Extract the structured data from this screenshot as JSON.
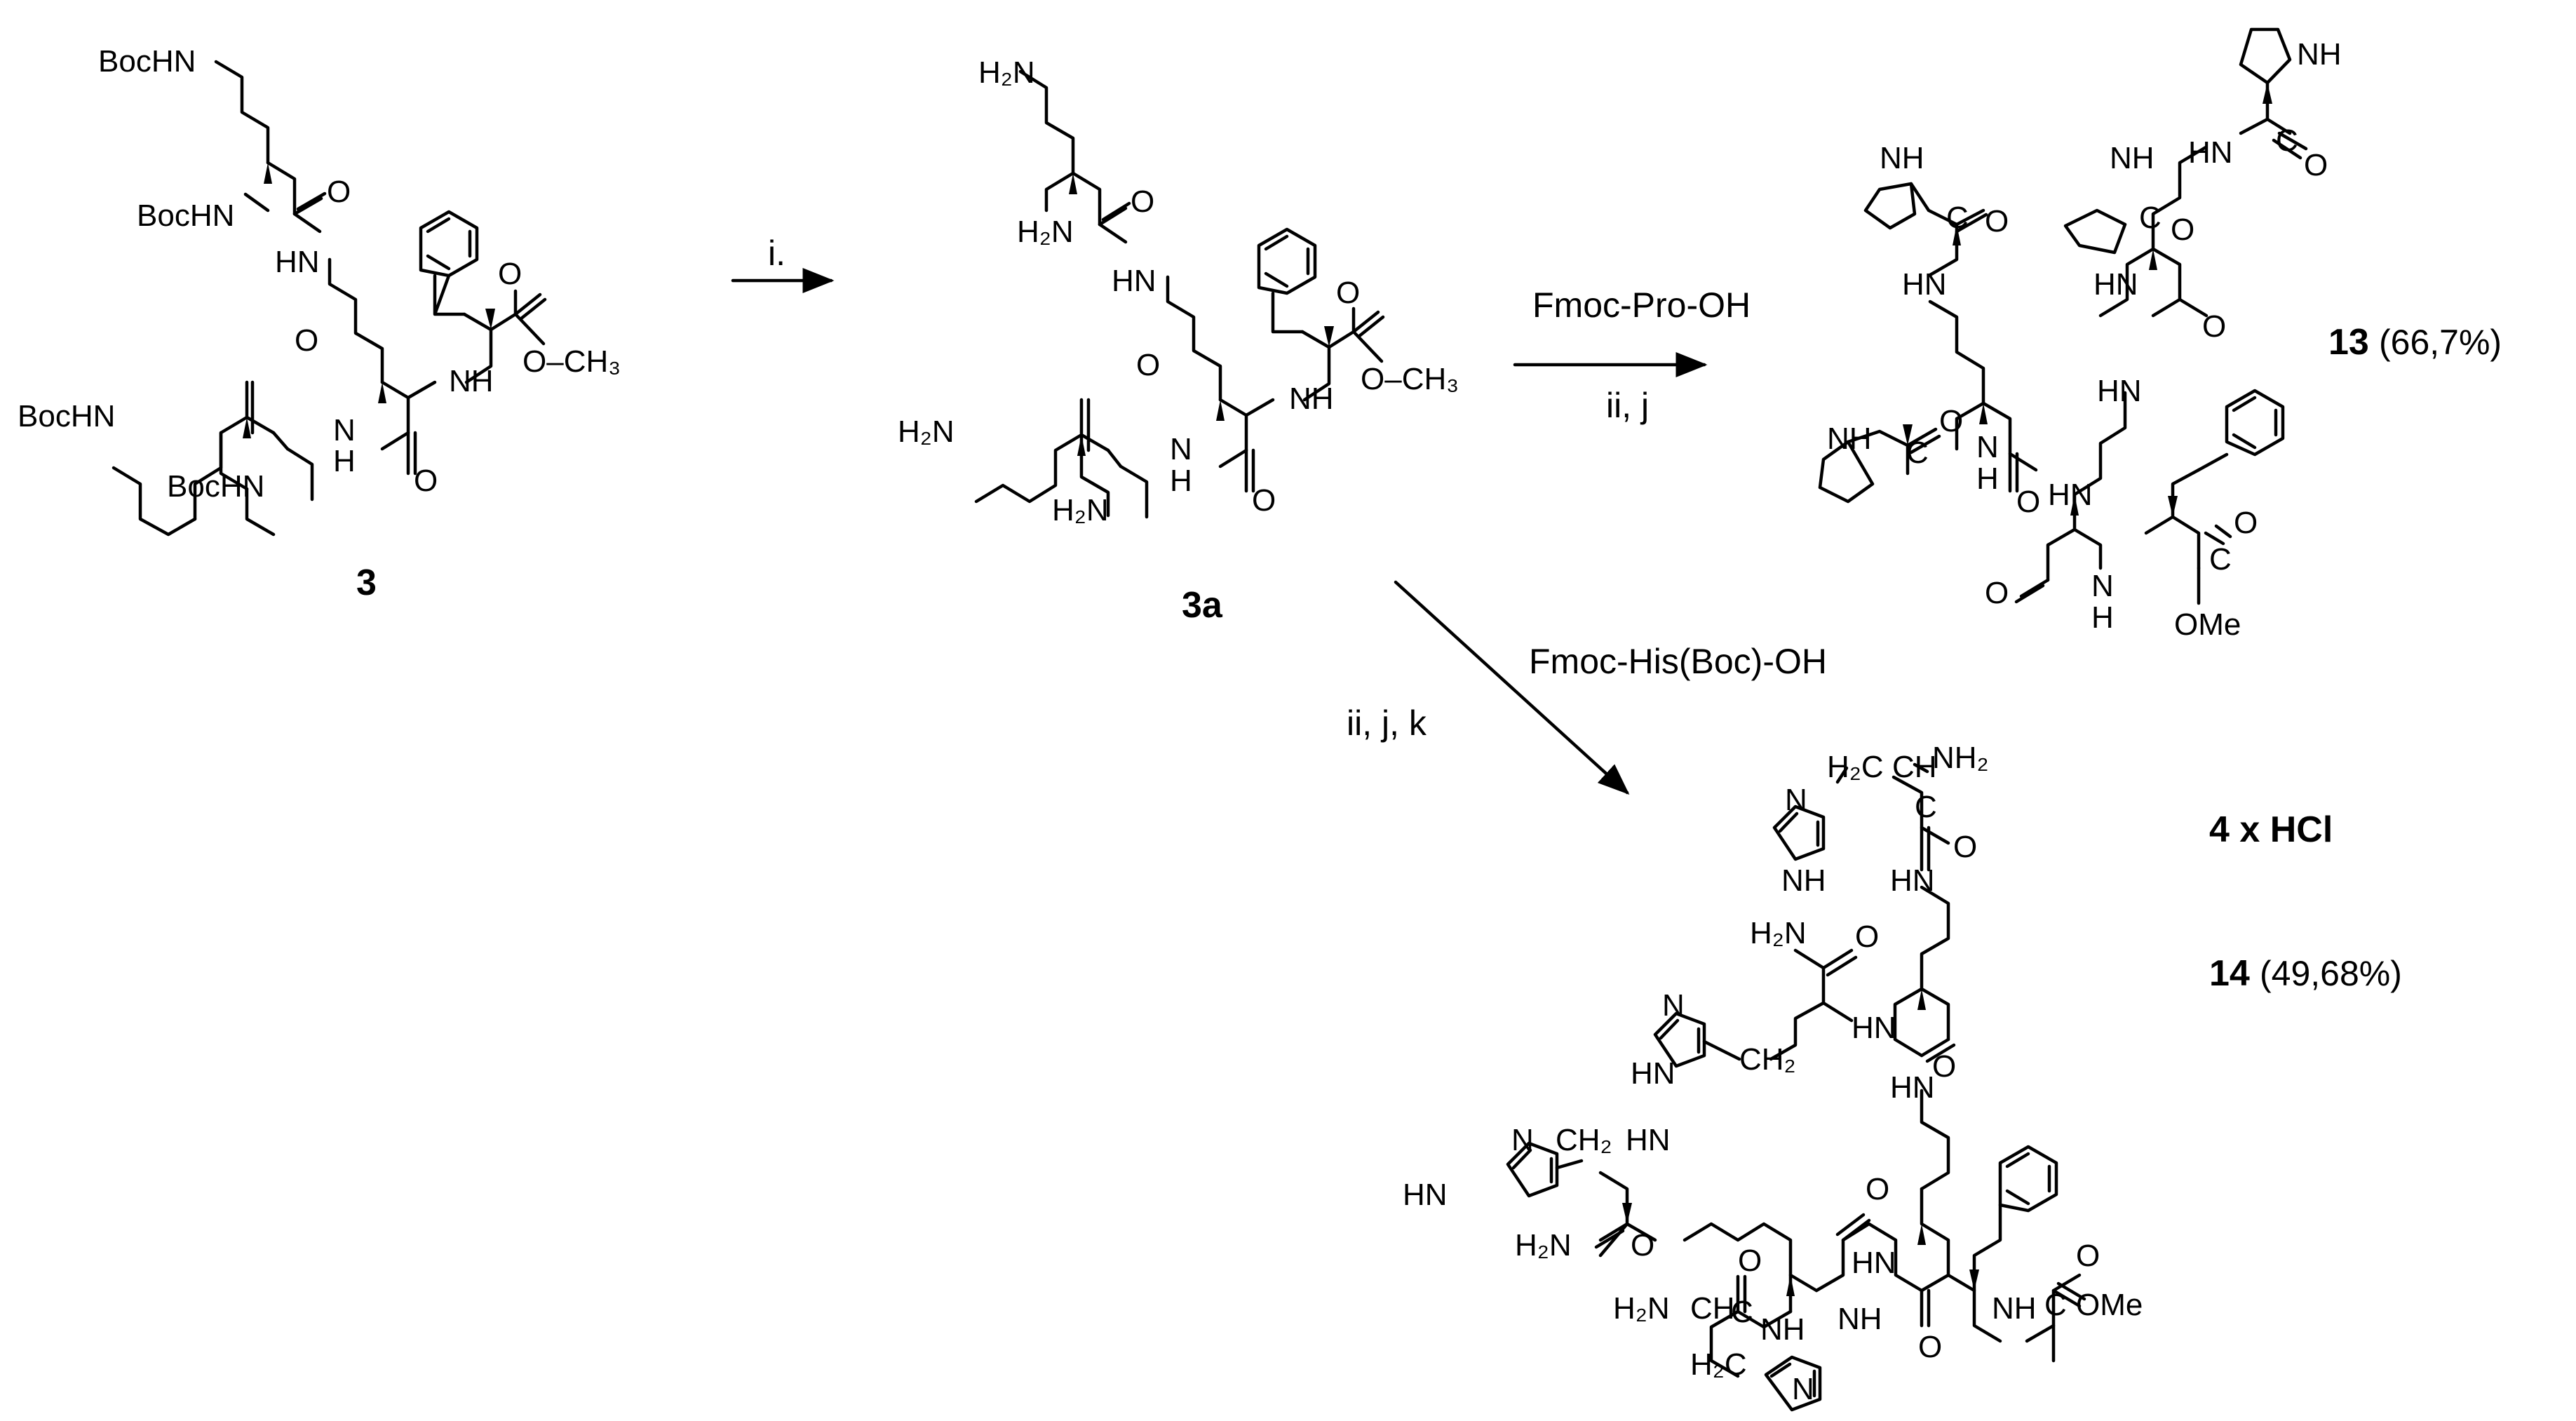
{
  "scheme": {
    "steps": [
      {
        "label": "i."
      },
      {
        "reagent": "Fmoc-Pro-OH",
        "label": "ii, j"
      },
      {
        "reagent": "Fmoc-His(Boc)-OH",
        "label": "ii, j, k"
      }
    ],
    "compounds": [
      {
        "id": "3"
      },
      {
        "id": "3a"
      },
      {
        "id": "13",
        "yield": "(66,7%)"
      },
      {
        "id": "14",
        "yield": "(49,68%)",
        "salt": "4 x HCl"
      }
    ],
    "atom_labels": {
      "boc_nh": "BocHN",
      "nh2_left": "H₂N",
      "nh2_right": "NH₂",
      "nh": "NH",
      "hn": "HN",
      "n": "N",
      "o": "O",
      "c": "C",
      "h": "H",
      "ch": "CH",
      "ch2": "CH₂",
      "h2c": "H₂C",
      "ome": "OMe",
      "o_ch3": "O–CH₃"
    }
  }
}
